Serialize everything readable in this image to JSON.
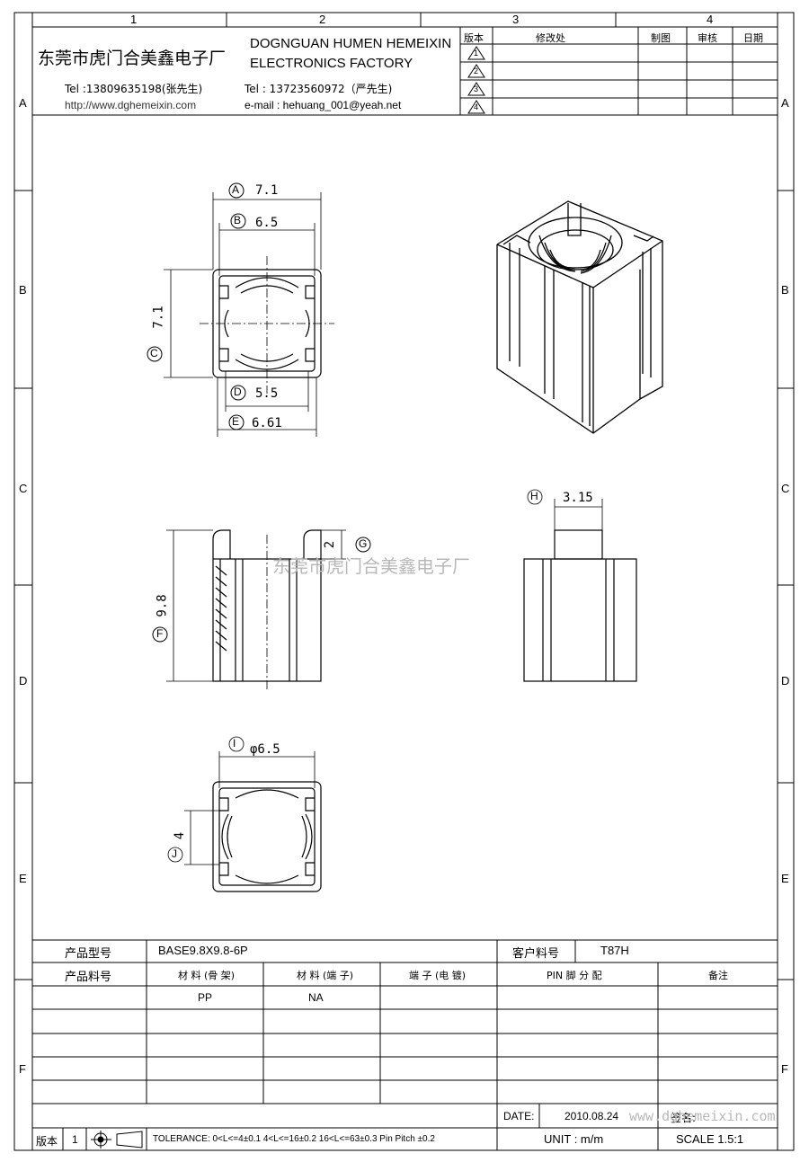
{
  "frame": {
    "columns": [
      "1",
      "2",
      "3",
      "4"
    ],
    "rows": [
      "A",
      "B",
      "C",
      "D",
      "E",
      "F"
    ]
  },
  "company": {
    "name_cn": "东莞市虎门合美鑫电子厂",
    "name_en_line1": "DOGNGUAN HUMEN HEMEIXIN",
    "name_en_line2": "ELECTRONICS FACTORY",
    "tel1": "Tel :13809635198(张先生)",
    "tel2": "Tel : 13723560972（严先生)",
    "website": "http://www.dghemeixin.com",
    "email": "e-mail : hehuang_001@yeah.net"
  },
  "revision_table": {
    "headers": [
      "版本",
      "修改处",
      "制图",
      "审核",
      "日期"
    ],
    "rows": [
      "1",
      "2",
      "3",
      "4"
    ]
  },
  "dimensions": {
    "A": {
      "tag": "A",
      "value": "7.1"
    },
    "B": {
      "tag": "B",
      "value": "6.5"
    },
    "C": {
      "tag": "C",
      "value": "7.1"
    },
    "D": {
      "tag": "D",
      "value": "5.5"
    },
    "E": {
      "tag": "E",
      "value": "6.61"
    },
    "F": {
      "tag": "F",
      "value": "9.8"
    },
    "G": {
      "tag": "G",
      "value": "2"
    },
    "H": {
      "tag": "H",
      "value": "3.15"
    },
    "I": {
      "tag": "I",
      "value": "φ6.5"
    },
    "J": {
      "tag": "J",
      "value": "4"
    }
  },
  "watermark": "东莞市虎门合美鑫电子厂",
  "bottom_table": {
    "product_model_label": "产品型号",
    "product_model": "BASE9.8X9.8-6P",
    "customer_part_label": "客户料号",
    "customer_part": "T87H",
    "product_part_label": "产品料号",
    "material_bobbin_label": "材 料 (骨 架)",
    "material_pin_label": "材 料 (端 子)",
    "terminal_plating_label": "端 子 (电 镀)",
    "pin_assign_label": "PIN 脚 分 配",
    "remark_label": "备注",
    "material_bobbin": "PP",
    "material_pin": "NA",
    "date_label": "DATE:",
    "date": "2010.08.24",
    "approve_label": "签名:",
    "unit": "UNIT : m/m",
    "scale": "SCALE  1.5:1",
    "version_label": "版本",
    "version": "1",
    "tolerance": "TOLERANCE:  0<L<=4±0.1  4<L<=16±0.2  16<L<=63±0.3  Pin Pitch  ±0.2",
    "watermark_url": "www.dghemeixin.com"
  }
}
